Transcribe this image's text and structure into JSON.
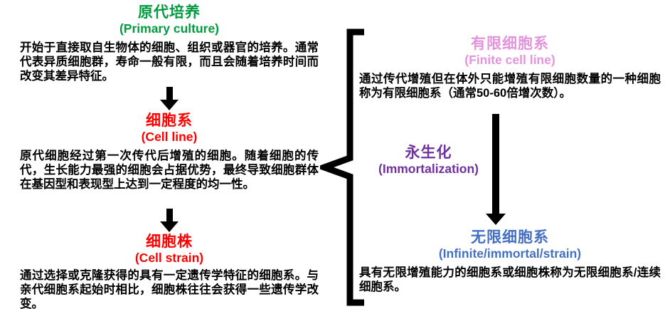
{
  "left": {
    "primary": {
      "title_zh": "原代培养",
      "title_en": "(Primary culture)",
      "color": "#009b3e",
      "body": "开始于直接取自生物体的细胞、组织或器官的培养。通常代表异质细胞群，寿命一般有限，而且会随着培养时间而改变其差异特征。"
    },
    "cell_line": {
      "title_zh": "细胞系",
      "title_en": "(Cell line)",
      "color": "#fe0000",
      "body": "原代细胞经过第一次传代后增殖的细胞。随着细胞的传代，生长能力最强的细胞会占据优势，最终导致细胞群体在基因型和表现型上达到一定程度的均一性。"
    },
    "cell_strain": {
      "title_zh": "细胞株",
      "title_en": "(Cell strain)",
      "color": "#fe0000",
      "body": "通过选择或克隆获得的具有一定遗传学特征的细胞系。与亲代细胞系起始时相比，细胞株往往会获得一些遗传学改变。"
    }
  },
  "right": {
    "finite": {
      "title_zh": "有限细胞系",
      "title_en": "(Finite cell line)",
      "color": "#e493dd",
      "body": "通过传代增殖但在体外只能增殖有限细胞数量的一种细胞称为有限细胞系（通常50-60倍增次数）。"
    },
    "immortalization": {
      "title_zh": "永生化",
      "title_en": "(Immortalization)",
      "color": "#7030a0"
    },
    "infinite": {
      "title_zh": "无限细胞系",
      "title_en": "(Infinite/immortal/strain)",
      "color": "#4470c4",
      "body": "具有无限增殖能力的细胞系或细胞株称为无限细胞系/连续细胞系。"
    }
  },
  "connectors": {
    "color": "#000000",
    "icons": {
      "down_arrow": "down-arrow",
      "long_down_arrow": "long-down-arrow",
      "brace": "left-pointing-curly-brace"
    }
  }
}
